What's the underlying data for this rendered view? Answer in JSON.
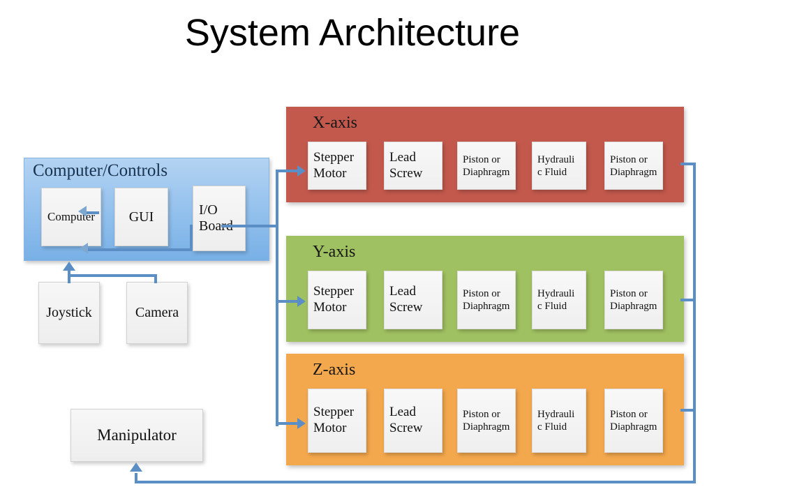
{
  "title": "System Architecture",
  "computer_controls": {
    "label": "Computer/Controls",
    "boxes": {
      "computer": "Computer",
      "gui": "GUI",
      "io_board_line1": "I/O",
      "io_board_line2": "Board"
    }
  },
  "peripherals": {
    "joystick": "Joystick",
    "camera": "Camera",
    "manipulator": "Manipulator"
  },
  "axes": [
    {
      "label": "X-axis",
      "color": "#c3594d",
      "cells": [
        {
          "line1": "Stepper",
          "line2": "Motor",
          "size": "large"
        },
        {
          "line1": "Lead",
          "line2": "Screw",
          "size": "large"
        },
        {
          "line1": "Piston or",
          "line2": "Diaphragm",
          "size": "small"
        },
        {
          "line1": "Hydrauli",
          "line2": "c Fluid",
          "size": "small"
        },
        {
          "line1": "Piston or",
          "line2": "Diaphragm",
          "size": "small"
        }
      ]
    },
    {
      "label": "Y-axis",
      "color": "#a0c161",
      "cells": [
        {
          "line1": "Stepper",
          "line2": "Motor",
          "size": "large"
        },
        {
          "line1": "Lead",
          "line2": "Screw",
          "size": "large"
        },
        {
          "line1": "Piston or",
          "line2": "Diaphragm",
          "size": "small"
        },
        {
          "line1": "Hydrauli",
          "line2": "c Fluid",
          "size": "small"
        },
        {
          "line1": "Piston or",
          "line2": "Diaphragm",
          "size": "small"
        }
      ]
    },
    {
      "label": "Z-axis",
      "color": "#f4a84d",
      "cells": [
        {
          "line1": "Stepper",
          "line2": "Motor",
          "size": "large"
        },
        {
          "line1": "Lead",
          "line2": "Screw",
          "size": "large"
        },
        {
          "line1": "Piston or",
          "line2": "Diaphragm",
          "size": "small"
        },
        {
          "line1": "Hydrauli",
          "line2": "c Fluid",
          "size": "small"
        },
        {
          "line1": "Piston or",
          "line2": "Diaphragm",
          "size": "small"
        }
      ]
    }
  ],
  "colors": {
    "connector": "#5b8ec4",
    "panel_blue_top": "#b3d3f2",
    "panel_blue_bottom": "#78b0e6",
    "box_fill": "#f2f2f2",
    "background": "#ffffff"
  }
}
